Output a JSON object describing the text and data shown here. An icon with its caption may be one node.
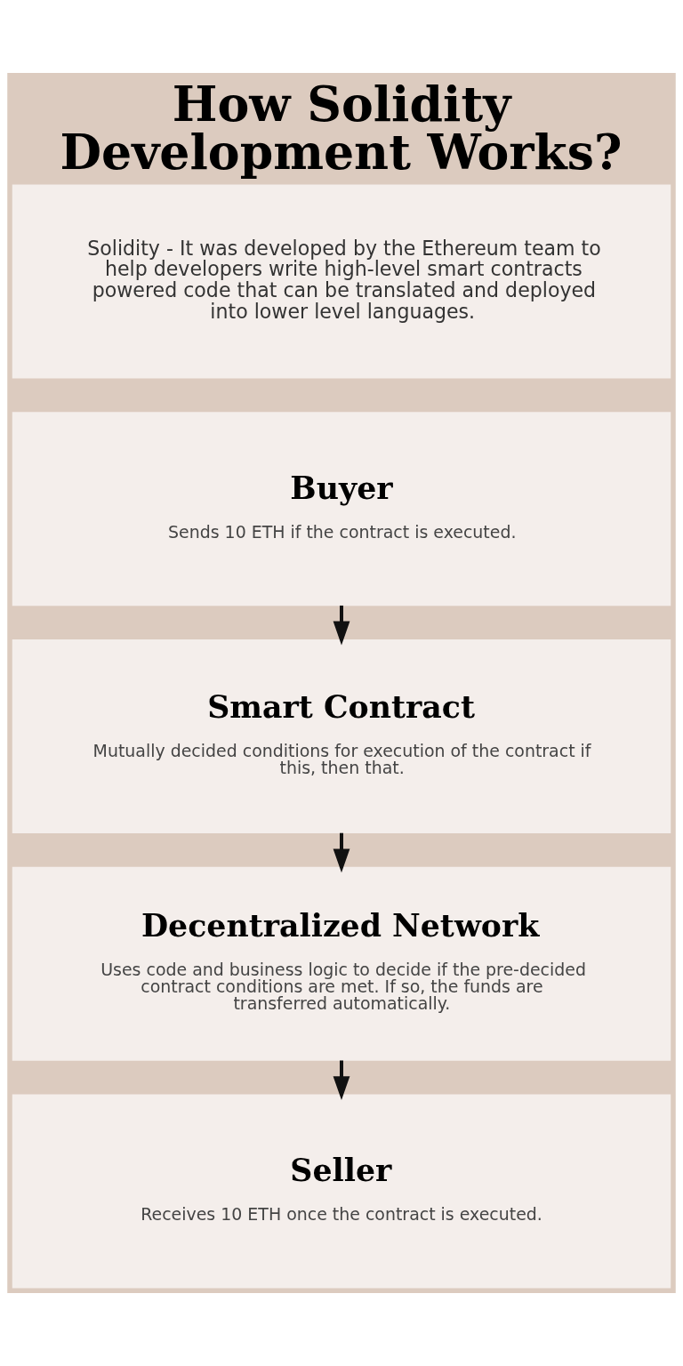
{
  "diagram": {
    "title": "How Solidity Development Works?",
    "nodes": [
      {
        "text": [
          "Solidity - It was developed by the Ethereum team to help developers write high-level smart contracts powered code that can be translated and deployed into lower level languages."
        ]
      },
      {
        "text": [
          "Buyer",
          "Sends 10 ETH if the contract is executed."
        ]
      },
      {
        "text": [
          "Smart Contract",
          "Mutually decided conditions for execution of the contract if this, then that."
        ]
      },
      {
        "text": [
          "Decentralized Network",
          "Uses code and business logic to decide if the pre-decided contract conditions are met. If so, the funds are transferred automatically."
        ]
      },
      {
        "text": [
          "Seller",
          "Receives 10 ETH once the contract is executed."
        ]
      }
    ],
    "edges": [
      {
        "from": 1,
        "to": 2,
        "arrow": "to"
      },
      {
        "from": 2,
        "to": 3,
        "arrow": "to"
      },
      {
        "from": 3,
        "to": 4,
        "arrow": "to"
      }
    ]
  }
}
